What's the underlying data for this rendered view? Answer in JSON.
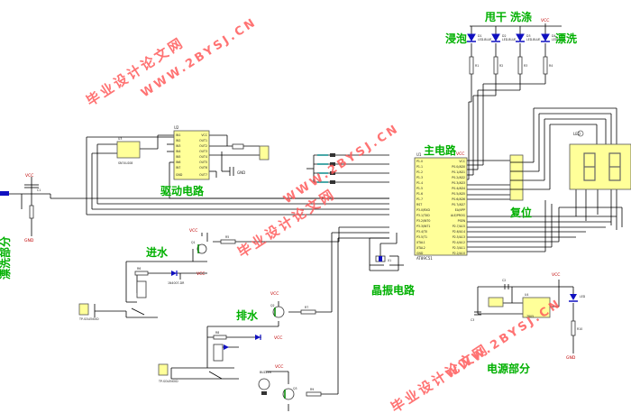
{
  "labels": {
    "main_circuit": "主电路",
    "drive_circuit": "驱动电路",
    "crystal_circuit": "晶振电路",
    "power_part": "电源部分",
    "water_in": "进水",
    "water_out": "排水",
    "spin": "甩干",
    "wash": "洗涤",
    "soak": "浸泡",
    "rinse": "漂洗",
    "reset": "复位",
    "left_edge": "漂洗部分"
  },
  "chips": {
    "mcu_part": "AT89C51",
    "mcu_ref": "U1",
    "mcu_vcc": "VCC",
    "driver_ref": "U2",
    "logic_ref": "U3",
    "logic_part": "SN74LS08",
    "reg_ref": "U4",
    "reg_part": "7805",
    "display_ref": "LED"
  },
  "mcu_pins": {
    "left": [
      "P1.0",
      "P1.1",
      "P1.2",
      "P1.3",
      "P1.4",
      "P1.5",
      "P1.6",
      "P1.7",
      "RST",
      "P3.0/RXD",
      "P3.1/TXD",
      "P3.2/INT0",
      "P3.3/INT1",
      "P3.4/T0",
      "P3.5/T1",
      "XTAL1",
      "XTAL2",
      "GND"
    ],
    "right": [
      "VCC",
      "P0.0/AD0",
      "P0.1/AD1",
      "P0.2/AD2",
      "P0.3/AD3",
      "P0.4/AD4",
      "P0.5/AD5",
      "P0.6/AD6",
      "P0.7/AD7",
      "EA/VPP",
      "ALE/PROG",
      "PSEN",
      "P2.7/A15",
      "P2.6/A14",
      "P2.5/A13",
      "P2.4/A12",
      "P2.3/A11",
      "P2.2/A10"
    ]
  },
  "driver_pins": {
    "left": [
      "IN1",
      "IN2",
      "IN3",
      "IN4",
      "IN5",
      "IN6",
      "IN7",
      "GND"
    ],
    "right": [
      "VCC",
      "OUT1",
      "OUT2",
      "OUT3",
      "OUT4",
      "OUT5",
      "OUT6",
      "OUT7"
    ]
  },
  "parts": {
    "leds": [
      {
        "ref": "D1",
        "part": "LED-BLUE"
      },
      {
        "ref": "D2",
        "part": "LED-BLUE"
      },
      {
        "ref": "D3",
        "part": "LED-BLUE"
      },
      {
        "ref": "D4",
        "part": "LED-BLUE"
      }
    ],
    "resistors": [
      "R1",
      "R2",
      "R3",
      "R4",
      "R5",
      "R6",
      "R7",
      "R8",
      "R9",
      "R10"
    ],
    "valve_top": "TP-SOLENOID",
    "valve_bottom": "TP-SOLENOID",
    "motor_diode": "1N4007-DR",
    "buzzer": "BUZZER",
    "transistor_q1": "Q1",
    "transistor_q2": "Q2",
    "transistor_q3": "Q3",
    "crystal": "X1",
    "cap_c1": "C1",
    "cap_c2": "C2",
    "cap_c3": "C3",
    "power_led": "LED",
    "gnd": "GND",
    "vcc": "VCC"
  },
  "watermarks": {
    "cn": "毕业设计论文网",
    "url": "WWW.2BYSJ.CN"
  }
}
